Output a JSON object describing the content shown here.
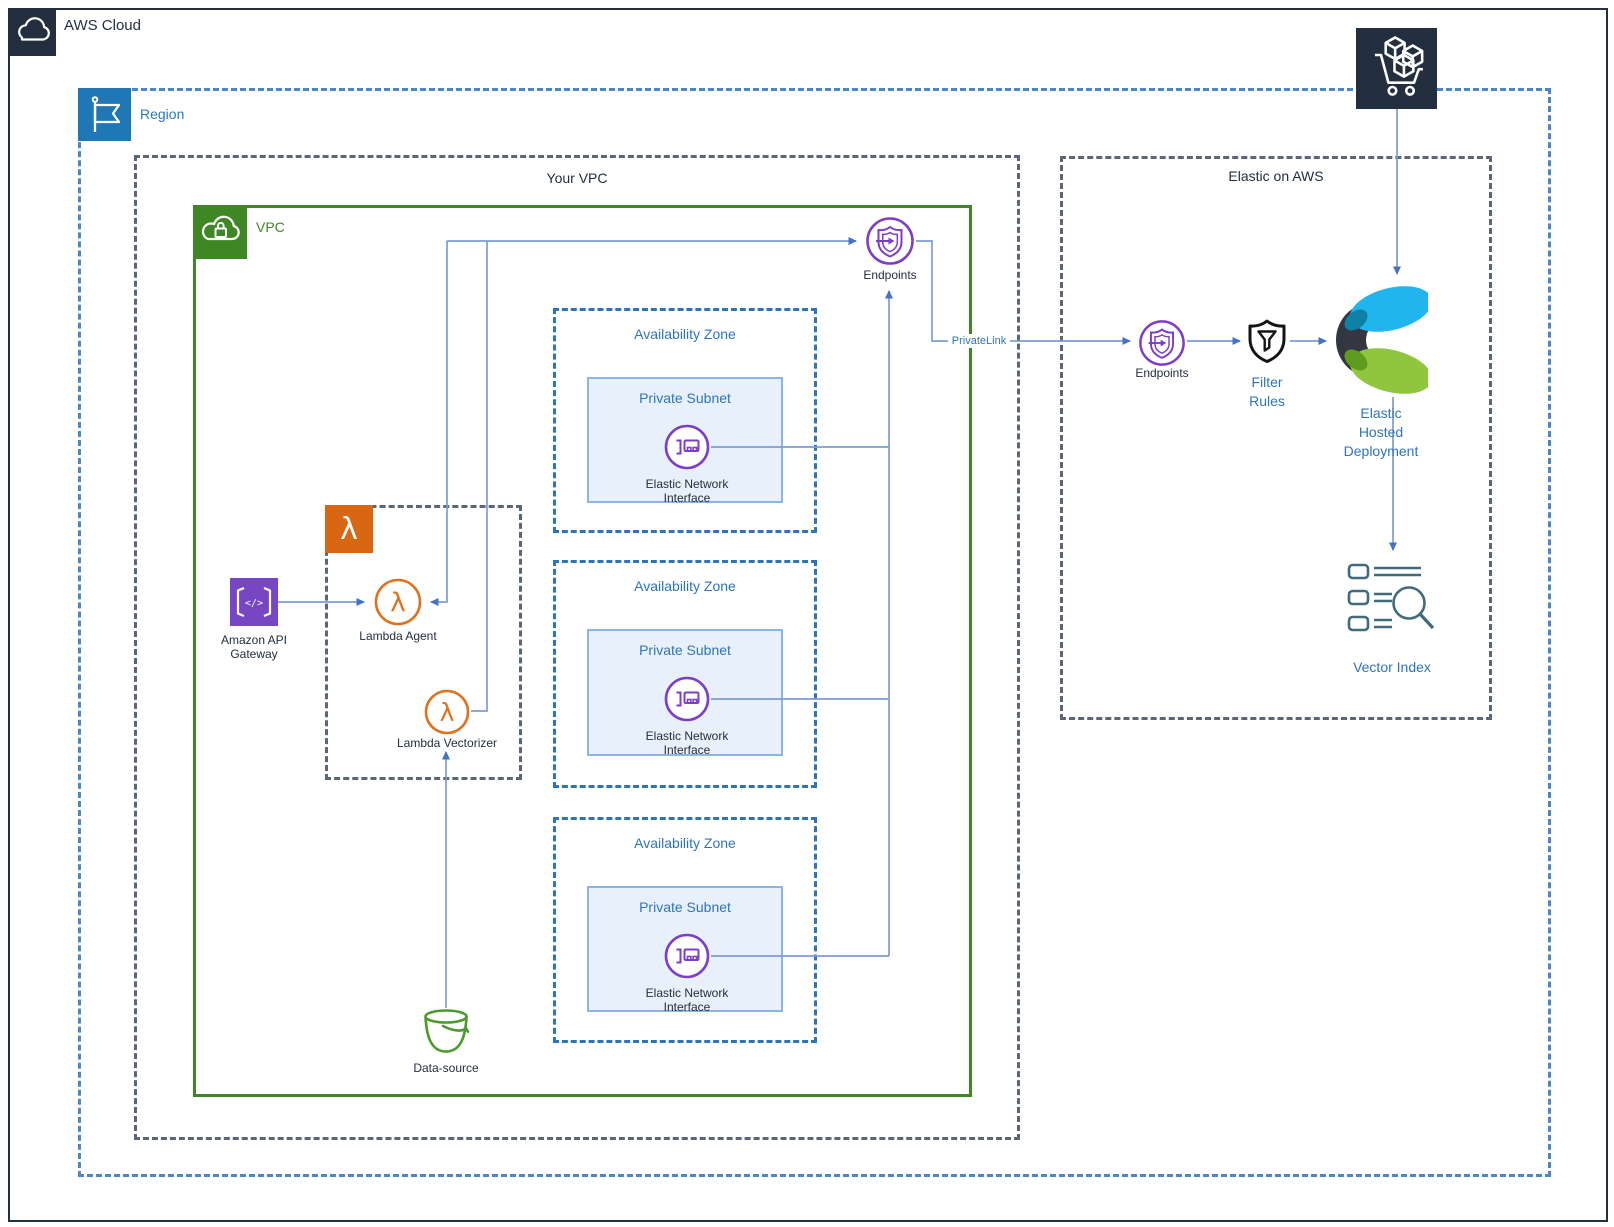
{
  "diagram_title": "AWS + Elastic architecture diagram",
  "groups": {
    "aws_cloud": {
      "label": "AWS Cloud"
    },
    "region": {
      "label": "Region"
    },
    "your_vpc": {
      "title": "Your VPC"
    },
    "vpc": {
      "label": "VPC"
    },
    "lambda_group": {
      "label": ""
    },
    "elastic_on_aws": {
      "title": "Elastic on AWS"
    }
  },
  "zones": [
    {
      "title": "Availability Zone",
      "subnet": "Private Subnet",
      "eni_line1": "Elastic Network",
      "eni_line2": "Interface"
    },
    {
      "title": "Availability Zone",
      "subnet": "Private Subnet",
      "eni_line1": "Elastic Network",
      "eni_line2": "Interface"
    },
    {
      "title": "Availability Zone",
      "subnet": "Private Subnet",
      "eni_line1": "Elastic Network",
      "eni_line2": "Interface"
    }
  ],
  "nodes": {
    "api_gateway": {
      "line1": "Amazon API",
      "line2": "Gateway"
    },
    "lambda_agent": {
      "label": "Lambda Agent"
    },
    "lambda_vectorizer": {
      "label": "Lambda Vectorizer"
    },
    "data_source": {
      "label": "Data-source"
    },
    "endpoints_vpc": {
      "label": "Endpoints"
    },
    "endpoints_elastic": {
      "label": "Endpoints"
    },
    "filter_rules": {
      "line1": "Filter",
      "line2": "Rules"
    },
    "elastic_hosted_deployment": {
      "line1": "Elastic",
      "line2": "Hosted",
      "line3": "Deployment"
    },
    "vector_index": {
      "label": "Vector Index"
    }
  },
  "connections": {
    "privatelink_label": "PrivateLink"
  },
  "icons": {
    "aws-cloud-icon": "cloud-outline",
    "region-icon": "flag",
    "vpc-icon": "cloud-with-lock",
    "lambda-icon": "lambda",
    "lambda-agent-icon": "lambda-circle",
    "lambda-vectorizer-icon": "lambda-circle",
    "api-gateway-icon": "code-brackets",
    "eni-icon": "network-interface-card",
    "endpoints-icon": "shield-with-arrow",
    "filter-rules-icon": "shield-with-funnel",
    "marketplace-icon": "cart-with-cubes",
    "data-source-icon": "bucket",
    "elastic-logo": "elastic-cluster-logo",
    "vector-index-icon": "checklist-with-magnifier"
  },
  "colors": {
    "aws_dark": "#232f3e",
    "dashed_gray": "#5b6678",
    "region_blue": "#1f78b5",
    "region_dash": "#4d86c8",
    "blue_label": "#2e74ba",
    "az_dash": "#2e74ba",
    "subnet_fill": "#e8f1fb",
    "subnet_border": "#8ab6e4",
    "vpc_green": "#3f8624",
    "bucket_green": "#4a9b29",
    "lambda_orange": "#d86613",
    "purple": "#7d3ec6",
    "api_gateway_purple": "#7646c4",
    "connector": "#7d9cd4",
    "arrowhead": "#4472c4",
    "elastic_cyan": "#20b5ec",
    "elastic_green": "#8fc63d",
    "elastic_dark": "#343741",
    "filter_black": "#141414",
    "vector_teal": "#3f6b7d"
  }
}
